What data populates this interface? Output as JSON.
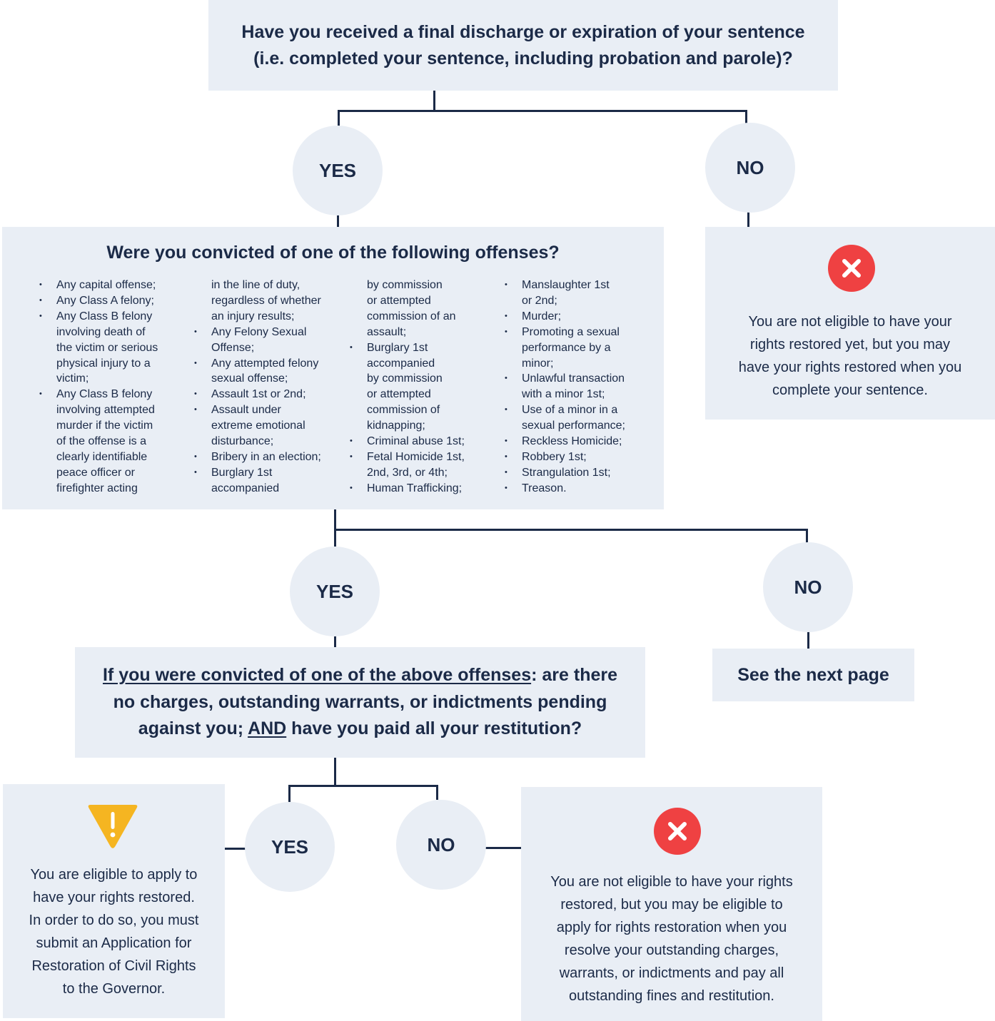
{
  "question1": {
    "line1": "Have you received a final discharge or expiration of your sentence",
    "line2": "(i.e. completed your sentence, including probation and parole)?"
  },
  "answers": {
    "yes1": "YES",
    "no1": "NO",
    "yes2": "YES",
    "no2": "NO",
    "yes3": "YES",
    "no3": "NO"
  },
  "not_eligible_yet": {
    "icon": "x-icon",
    "lines": [
      "You are not eligible to have your",
      "rights restored yet, but you may",
      "have your rights restored when you",
      "complete your sentence."
    ]
  },
  "question2": {
    "title": "Were you convicted of one of the following offenses?",
    "columns": [
      [
        {
          "text": "Any capital offense;",
          "bullet": true
        },
        {
          "text": "Any Class A felony;",
          "bullet": true
        },
        {
          "text": "Any Class B felony",
          "bullet": true
        },
        {
          "text": "involving death of",
          "bullet": false
        },
        {
          "text": "the victim or serious",
          "bullet": false
        },
        {
          "text": "physical injury to a",
          "bullet": false
        },
        {
          "text": "victim;",
          "bullet": false
        },
        {
          "text": "Any Class B felony",
          "bullet": true
        },
        {
          "text": "involving attempted",
          "bullet": false
        },
        {
          "text": "murder if the victim",
          "bullet": false
        },
        {
          "text": "of the offense is a",
          "bullet": false
        },
        {
          "text": "clearly identifiable",
          "bullet": false
        },
        {
          "text": "peace officer or",
          "bullet": false
        },
        {
          "text": "firefighter acting",
          "bullet": false
        }
      ],
      [
        {
          "text": "in the line of duty,",
          "bullet": false
        },
        {
          "text": "regardless of whether",
          "bullet": false
        },
        {
          "text": "an injury results;",
          "bullet": false
        },
        {
          "text": "Any Felony Sexual",
          "bullet": true
        },
        {
          "text": "Offense;",
          "bullet": false
        },
        {
          "text": "Any attempted felony",
          "bullet": true
        },
        {
          "text": "sexual offense;",
          "bullet": false
        },
        {
          "text": "Assault 1st or 2nd;",
          "bullet": true
        },
        {
          "text": "Assault under",
          "bullet": true
        },
        {
          "text": "extreme emotional",
          "bullet": false
        },
        {
          "text": "disturbance;",
          "bullet": false
        },
        {
          "text": "Bribery in an election;",
          "bullet": true
        },
        {
          "text": "Burglary 1st",
          "bullet": true
        },
        {
          "text": "accompanied",
          "bullet": false
        }
      ],
      [
        {
          "text": "by commission",
          "bullet": false
        },
        {
          "text": "or attempted",
          "bullet": false
        },
        {
          "text": "commission of an",
          "bullet": false
        },
        {
          "text": "assault;",
          "bullet": false
        },
        {
          "text": "Burglary 1st",
          "bullet": true
        },
        {
          "text": "accompanied",
          "bullet": false
        },
        {
          "text": "by commission",
          "bullet": false
        },
        {
          "text": "or attempted",
          "bullet": false
        },
        {
          "text": "commission of",
          "bullet": false
        },
        {
          "text": "kidnapping;",
          "bullet": false
        },
        {
          "text": "Criminal abuse 1st;",
          "bullet": true
        },
        {
          "text": "Fetal Homicide 1st,",
          "bullet": true
        },
        {
          "text": "2nd, 3rd, or 4th;",
          "bullet": false
        },
        {
          "text": "Human Trafficking;",
          "bullet": true
        }
      ],
      [
        {
          "text": "Manslaughter 1st",
          "bullet": true
        },
        {
          "text": "or 2nd;",
          "bullet": false
        },
        {
          "text": "Murder;",
          "bullet": true
        },
        {
          "text": "Promoting a sexual",
          "bullet": true
        },
        {
          "text": "performance by a",
          "bullet": false
        },
        {
          "text": "minor;",
          "bullet": false
        },
        {
          "text": "Unlawful transaction",
          "bullet": true
        },
        {
          "text": "with a minor 1st;",
          "bullet": false
        },
        {
          "text": "Use of a minor in a",
          "bullet": true
        },
        {
          "text": "sexual performance;",
          "bullet": false
        },
        {
          "text": "Reckless Homicide;",
          "bullet": true
        },
        {
          "text": "Robbery 1st;",
          "bullet": true
        },
        {
          "text": "Strangulation 1st;",
          "bullet": true
        },
        {
          "text": "Treason.",
          "bullet": true
        }
      ]
    ]
  },
  "see_next_page": "See the next page",
  "question3": {
    "underlined_lead": "If you were convicted of one of the above offenses",
    "part1": ": are there",
    "line2": "no charges, outstanding warrants, or indictments pending",
    "part3_start": "against you; ",
    "and_word": "AND",
    "part3_end": " have you paid all your restitution?"
  },
  "eligible": {
    "icon": "warning-icon",
    "icon_color": "#f5b521",
    "lines": [
      "You are eligible to apply to",
      "have your rights restored.",
      "In order to do so, you must",
      "submit an Application for",
      "Restoration of Civil Rights",
      "to the Governor."
    ]
  },
  "not_eligible": {
    "icon": "x-icon",
    "icon_color": "#ef4142",
    "lines": [
      "You are not eligible to have your rights",
      "restored, but you may be eligible to",
      "apply for rights restoration when you",
      "resolve your outstanding charges,",
      "warrants, or indictments and pay all",
      "outstanding fines and restitution."
    ]
  }
}
